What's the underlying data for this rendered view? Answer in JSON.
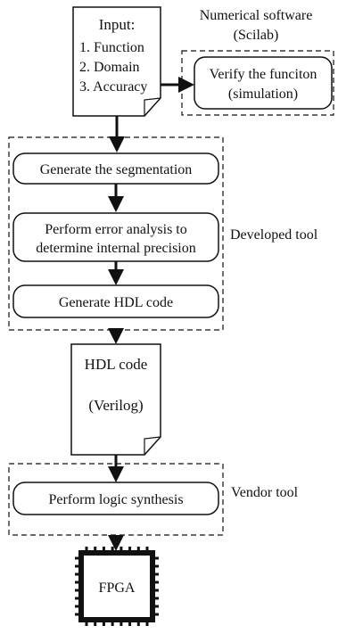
{
  "input_doc": {
    "title": "Input:",
    "items": [
      "1. Function",
      "2. Domain",
      "3. Accuracy"
    ]
  },
  "numerical_software": {
    "label_line1": "Numerical software",
    "label_line2": "(Scilab)",
    "verify_line1": "Verify the funciton",
    "verify_line2": "(simulation)"
  },
  "developed_tool": {
    "label": "Developed tool",
    "steps": {
      "segmentation": "Generate the segmentation",
      "error_line1": "Perform error analysis to",
      "error_line2": "determine internal precision",
      "hdl": "Generate HDL code"
    }
  },
  "hdl_doc": {
    "line1": "HDL code",
    "line2": "(Verilog)"
  },
  "vendor_tool": {
    "label": "Vendor tool",
    "step": "Perform logic synthesis"
  },
  "fpga": {
    "label": "FPGA"
  }
}
